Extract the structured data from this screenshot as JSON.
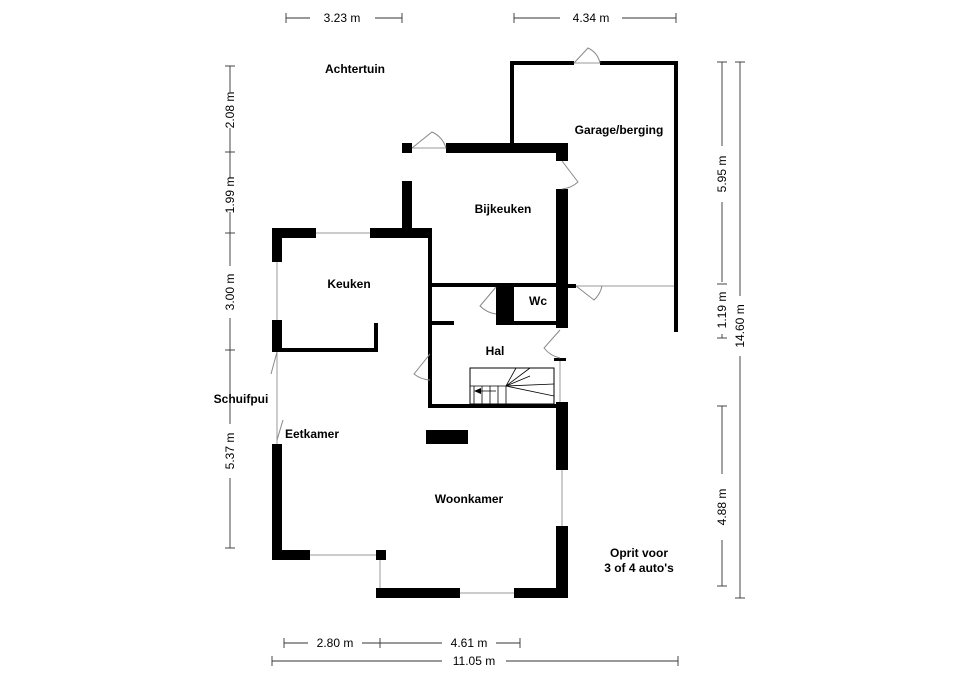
{
  "rooms": {
    "achtertuin": "Achtertuin",
    "garage": "Garage/berging",
    "bijkeuken": "Bijkeuken",
    "keuken": "Keuken",
    "wc": "Wc",
    "hal": "Hal",
    "schuifpui": "Schuifpui",
    "eetkamer": "Eetkamer",
    "woonkamer": "Woonkamer",
    "oprit_line1": "Oprit voor",
    "oprit_line2": "3 of 4 auto's"
  },
  "dimensions": {
    "top_left": "3.23 m",
    "top_right": "4.34 m",
    "left_1": "2.08 m",
    "left_2": "1.99 m",
    "left_3": "3.00 m",
    "left_4": "5.37 m",
    "right_1": "5.95 m",
    "right_2": "1.19 m",
    "right_3": "4.88 m",
    "right_total": "14.60 m",
    "bottom_1": "2.80 m",
    "bottom_2": "4.61 m",
    "bottom_total": "11.05 m"
  }
}
